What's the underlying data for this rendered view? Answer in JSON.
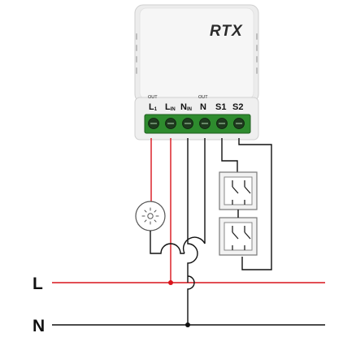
{
  "device": {
    "brand": "RTX",
    "terminals": [
      {
        "main": "L",
        "sub": "1",
        "out": "OUT"
      },
      {
        "main": "L",
        "sub": "IN",
        "out": ""
      },
      {
        "main": "N",
        "sub": "IN",
        "out": ""
      },
      {
        "main": "N",
        "sub": "",
        "out": "OUT"
      },
      {
        "main": "S1",
        "sub": "",
        "out": ""
      },
      {
        "main": "S2",
        "sub": "",
        "out": ""
      }
    ]
  },
  "bus": {
    "live_label": "L",
    "neutral_label": "N"
  },
  "colors": {
    "live": "#d9131b",
    "neutral": "#111111",
    "terminal_block": "#2e8b2e",
    "device_body": "#f3f3f3"
  }
}
